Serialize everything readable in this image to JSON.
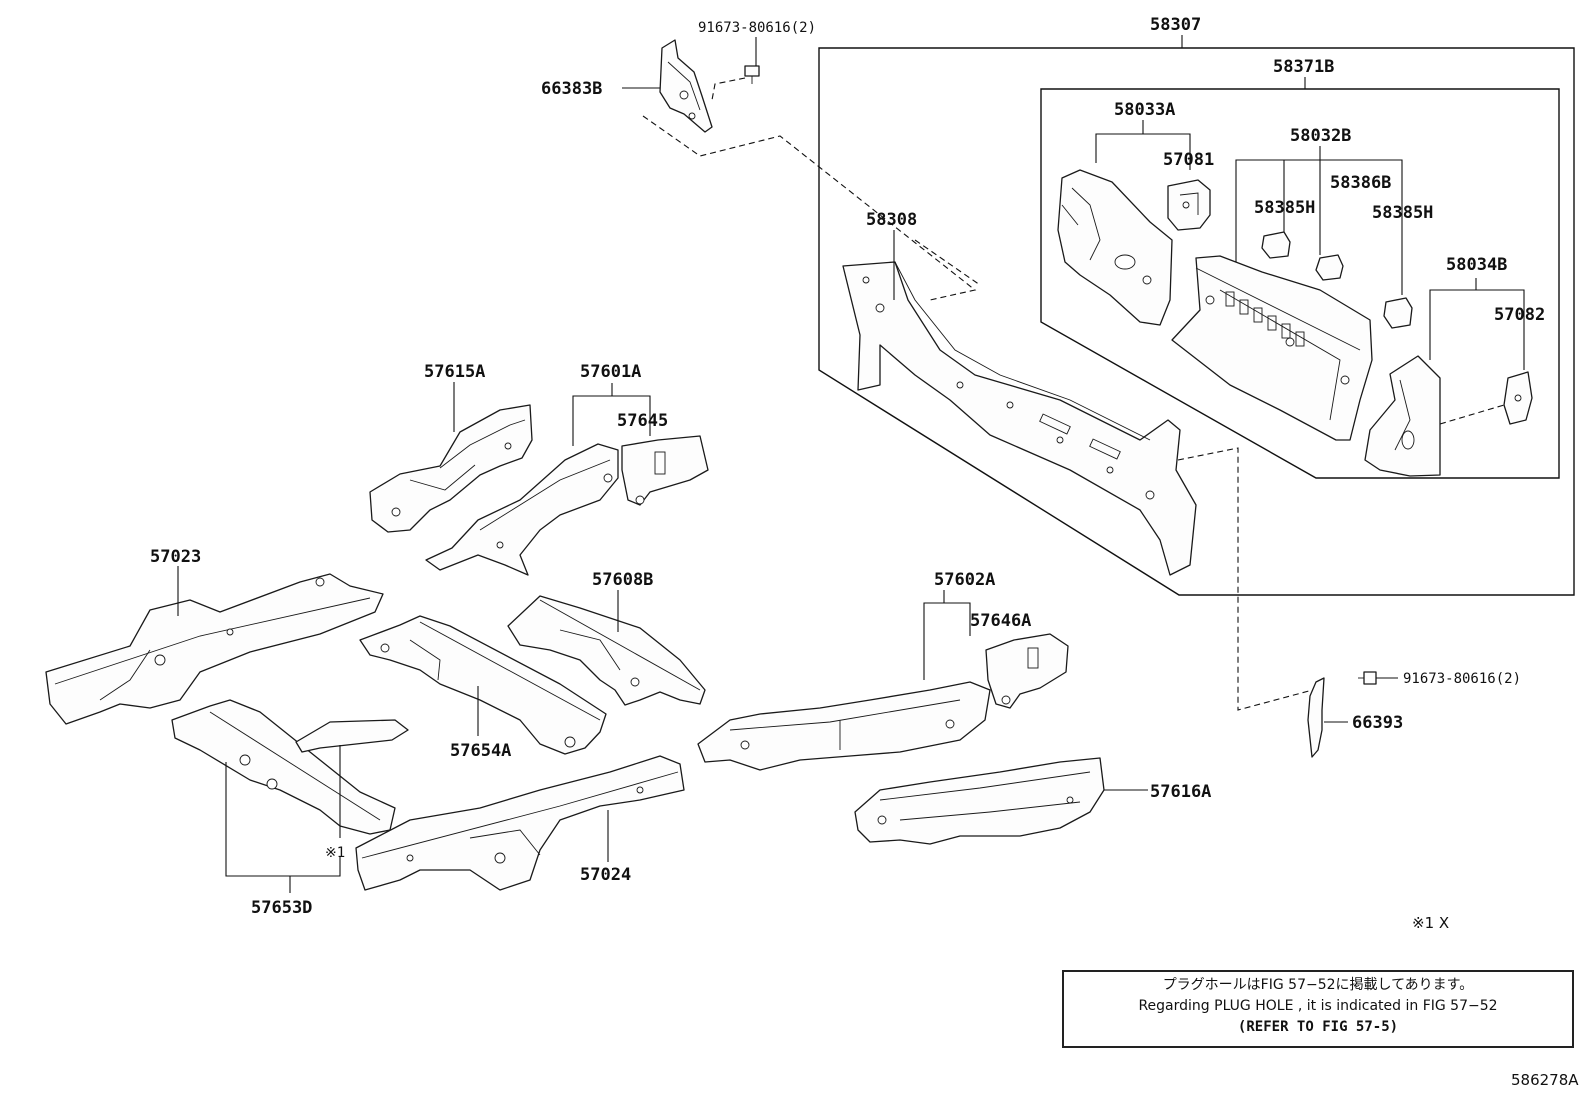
{
  "diagram": {
    "labels": {
      "p58307": "58307",
      "p58371B": "58371B",
      "p58033A": "58033A",
      "p57081": "57081",
      "p58032B": "58032B",
      "p58386B": "58386B",
      "p58385H_a": "58385H",
      "p58385H_b": "58385H",
      "p58034B": "58034B",
      "p57082": "57082",
      "p58308": "58308",
      "p91673_top": "91673-80616(2)",
      "p66383B": "66383B",
      "p57615A": "57615A",
      "p57601A": "57601A",
      "p57645": "57645",
      "p57023": "57023",
      "p57608B": "57608B",
      "p57602A": "57602A",
      "p57646A": "57646A",
      "p91673_right": "91673-80616(2)",
      "p66393": "66393",
      "p57654A": "57654A",
      "p57616A": "57616A",
      "p57024": "57024",
      "p57653D": "57653D",
      "mark1": "※1"
    }
  },
  "footnote": "※1 X",
  "note": {
    "line_jp": "プラグホールはFIG 57−52に掲載してあります。",
    "line_en": "Regarding PLUG HOLE , it is indicated in FIG 57−52",
    "line_ref": "(REFER TO FIG 57-5)"
  },
  "figure_code": "586278A"
}
